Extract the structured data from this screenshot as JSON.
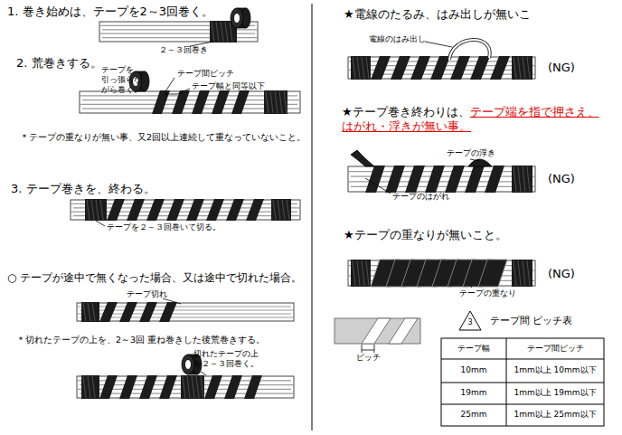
{
  "diagram": {
    "labels": [
      "1. 巻き始めは、テープを2～3回巻く。",
      "２～３回巻き",
      "2. 荒巻きする。",
      "テープを 引っ張らな がら巻く。",
      "テープ間ピッチ",
      "テープ幅と同等以下",
      "＊テープの重なりが無い事、又2回以上連続して重なっていないこと。",
      "3. テープ巻きを、終わる。",
      "テープを２～３回巻いて切る。",
      "○ テープが途中で無くなった場合、又は途中で切れた場合。",
      "テープ切れ",
      "＊切れたテープの上を、2～3回 重ね巻きした後荒巻きする。",
      "切れたテープの上 を２～３回巻く。",
      "★電線のたるみ、はみ出しが無いこ",
      "電線のはみ出し",
      "(NG)",
      "★テープ巻き終わりは、",
      "テープ端を指で押さえ、 はがれ・浮きが無い事。",
      "テープの浮き",
      "テープのはがれ",
      "(NG)",
      "★テープの重なりが無いこと。",
      "テープの重なり",
      "(NG)",
      "ピッチ",
      "3",
      "テープ間 ピッチ表",
      "テープ幅",
      "テープ間ピッチ",
      "10mm",
      "1mm以上 10mm以下",
      "19mm",
      "1mm以上 19mm以下",
      "25mm",
      "1mm以上 25mm以下"
    ]
  }
}
